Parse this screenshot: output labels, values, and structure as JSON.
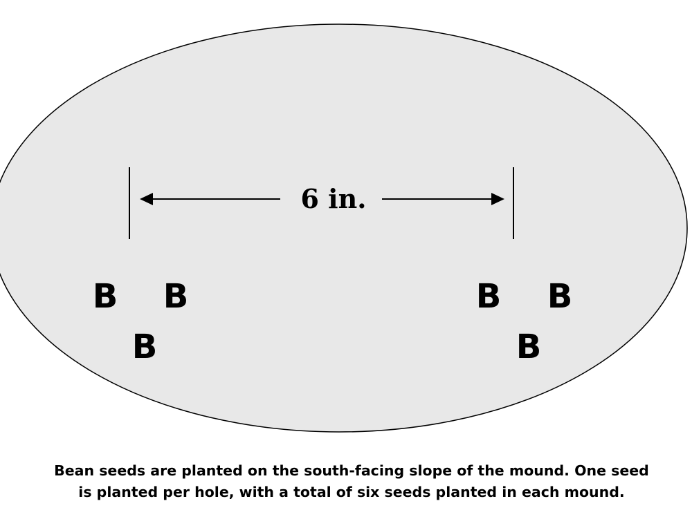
{
  "diagram": {
    "mound_fill": "#e8e8e8",
    "distance_label": "6 in.",
    "seed_label": "B",
    "left_group": [
      "B",
      "B",
      "B"
    ],
    "right_group": [
      "B",
      "B",
      "B"
    ]
  },
  "caption": {
    "line1": "Bean seeds are planted on the south-facing slope of the mound.  One seed",
    "line2": "is planted per hole, with a total of six seeds planted in each mound."
  }
}
